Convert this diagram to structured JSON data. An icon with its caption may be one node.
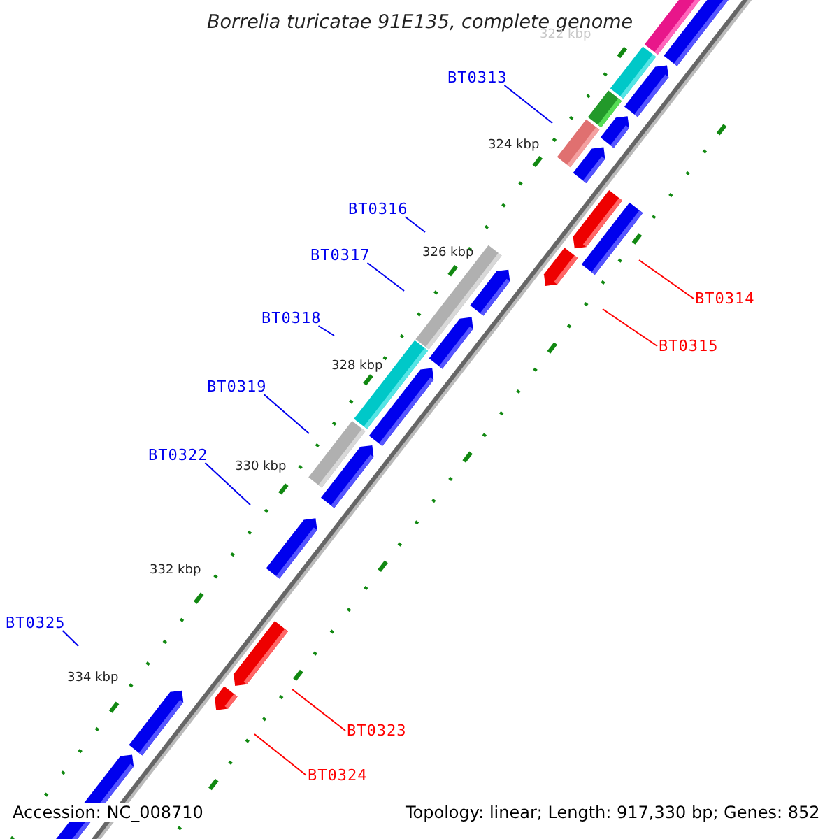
{
  "diagram": {
    "title": "Borrelia turicatae 91E135, complete genome",
    "nodes": [
      {
        "text": [
          "BT0313"
        ]
      },
      {
        "text": [
          "BT0316"
        ]
      },
      {
        "text": [
          "BT0317"
        ]
      },
      {
        "text": [
          "BT0314"
        ]
      },
      {
        "text": [
          "BT0318"
        ]
      },
      {
        "text": [
          "BT0315"
        ]
      },
      {
        "text": [
          "BT0319"
        ]
      },
      {
        "text": [
          "BT0322"
        ]
      },
      {
        "text": [
          "BT0325"
        ]
      },
      {
        "text": [
          "BT0323"
        ]
      },
      {
        "text": [
          "BT0324"
        ]
      }
    ],
    "edges": [
      {
        "from": 0,
        "to": null,
        "arrow": "none"
      },
      {
        "from": 1,
        "to": null,
        "arrow": "none"
      },
      {
        "from": 2,
        "to": null,
        "arrow": "none"
      },
      {
        "from": 3,
        "to": null,
        "arrow": "none",
        "color": "#ff0000"
      },
      {
        "from": 4,
        "to": null,
        "arrow": "none"
      },
      {
        "from": 5,
        "to": null,
        "arrow": "none",
        "color": "#ff0000"
      },
      {
        "from": 6,
        "to": null,
        "arrow": "none"
      },
      {
        "from": 7,
        "to": null,
        "arrow": "none"
      },
      {
        "from": 8,
        "to": null,
        "arrow": "none"
      },
      {
        "from": 9,
        "to": null,
        "arrow": "none",
        "color": "#ff0000"
      },
      {
        "from": 10,
        "to": null,
        "arrow": "none",
        "color": "#ff0000"
      }
    ],
    "labels": [
      "322 kbp",
      "324 kbp",
      "326 kbp",
      "328 kbp",
      "330 kbp",
      "332 kbp",
      "334 kbp",
      "Accession: NC_008710",
      "Topology: linear; Length: 917,330 bp; Genes: 852"
    ]
  }
}
